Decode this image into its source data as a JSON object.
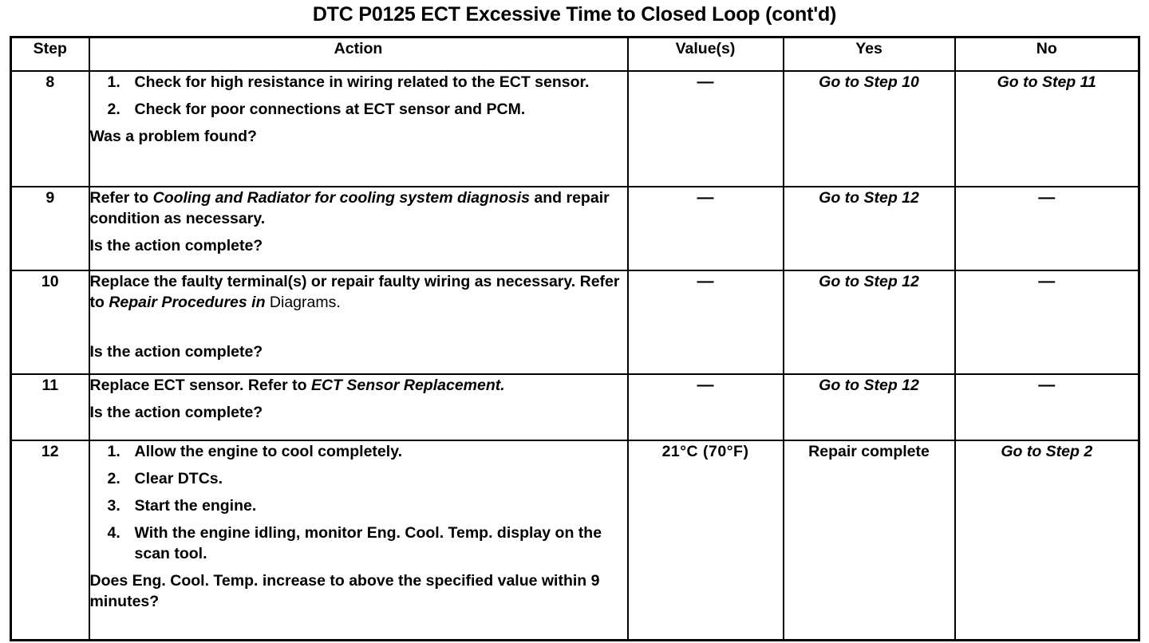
{
  "page": {
    "title": "DTC P0125 ECT Excessive Time to Closed Loop (cont'd)"
  },
  "table": {
    "headers": {
      "step": "Step",
      "action": "Action",
      "value": "Value(s)",
      "yes": "Yes",
      "no": "No"
    },
    "rows": [
      {
        "step": "8",
        "action": {
          "list": [
            {
              "num": "1.",
              "text": "Check for high resistance in wiring related to the ECT sensor."
            },
            {
              "num": "2.",
              "text": "Check for poor connections at ECT sensor and PCM."
            }
          ],
          "question": "Was a problem found?"
        },
        "value": "—",
        "yes": "Go to Step 10",
        "no": "Go to Step 11"
      },
      {
        "step": "9",
        "action": {
          "lead_plain": "Refer to ",
          "lead_italic": "Cooling and Radiator for cooling system diagnosis",
          "lead_tail": " and repair condition as necessary.",
          "question": "Is the action complete?"
        },
        "value": "—",
        "yes": "Go to Step 12",
        "no": "—"
      },
      {
        "step": "10",
        "action": {
          "lead_plain": "Replace the faulty terminal(s) or repair faulty wiring as necessary. Refer to ",
          "lead_italic": "Repair Procedures in",
          "lead_tail": " Diagrams.",
          "question": "Is the action complete?"
        },
        "value": "—",
        "yes": "Go to Step 12",
        "no": "—"
      },
      {
        "step": "11",
        "action": {
          "lead_plain": "Replace ECT sensor. Refer to ",
          "lead_italic": "ECT Sensor Replacement.",
          "lead_tail": "",
          "question": "Is the action complete?"
        },
        "value": "—",
        "yes": "Go to Step 12",
        "no": "—"
      },
      {
        "step": "12",
        "action": {
          "list": [
            {
              "num": "1.",
              "text": "Allow the engine to cool completely."
            },
            {
              "num": "2.",
              "text": "Clear DTCs."
            },
            {
              "num": "3.",
              "text": "Start the engine."
            },
            {
              "num": "4.",
              "text": "With the engine idling, monitor Eng. Cool. Temp. display on the scan tool."
            }
          ],
          "question": "Does Eng. Cool. Temp. increase to above the specified value within 9 minutes?"
        },
        "value": "21°C (70°F)",
        "yes": "Repair complete",
        "no": "Go to Step 2"
      }
    ]
  }
}
